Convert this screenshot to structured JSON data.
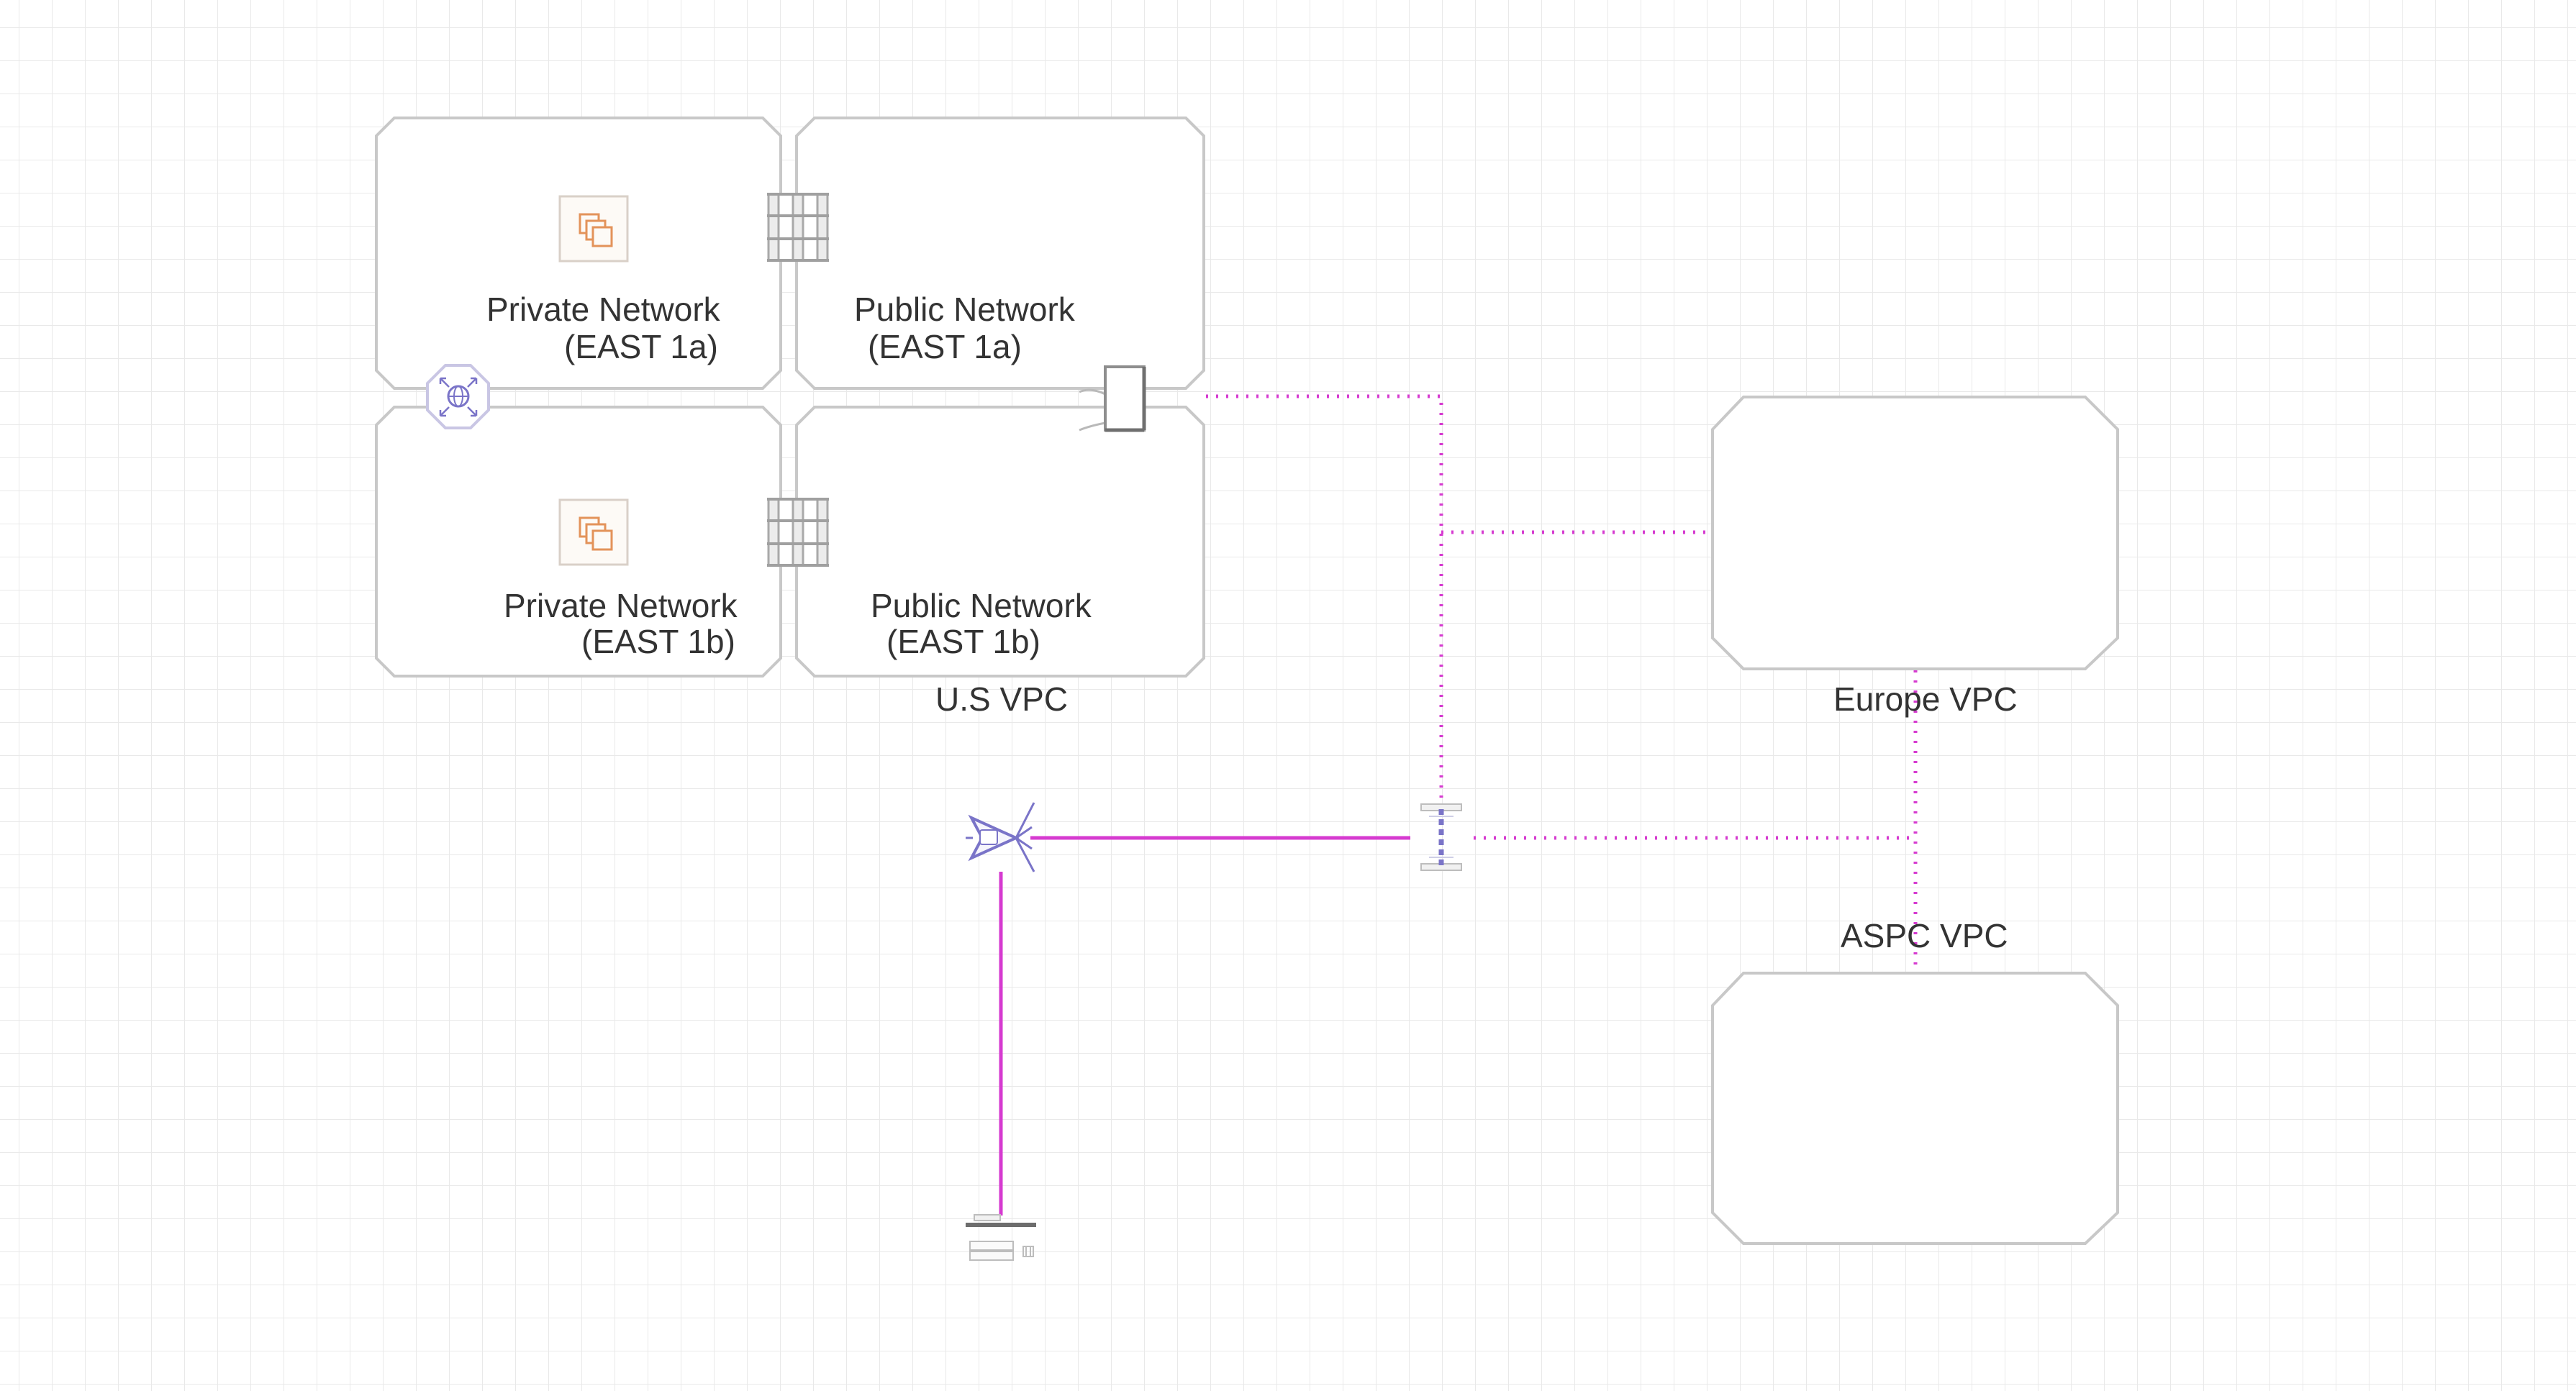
{
  "colors": {
    "canvas": "#ffffff",
    "grid": "#e9e9e9",
    "container_border": "#c8c8c8",
    "label": "#333333",
    "connection": "#d63ad0",
    "instance_icon": "#e3935a",
    "network_icon": "#7a74c8"
  },
  "containers": [
    {
      "id": "private-east-1a",
      "line1": "Private Network",
      "line2": "(EAST 1a)"
    },
    {
      "id": "public-east-1a",
      "line1": "Public Network",
      "line2": "(EAST 1a)"
    },
    {
      "id": "private-east-1b",
      "line1": "Private Network",
      "line2": "(EAST 1b)"
    },
    {
      "id": "public-east-1b",
      "line1": "Public Network",
      "line2": "(EAST 1b)"
    }
  ],
  "vpcs": {
    "us": "U.S VPC",
    "europe": "Europe VPC",
    "aspc": "ASPC VPC"
  },
  "icons": {
    "instance_1a": "instance-stack-icon",
    "instance_1b": "instance-stack-icon",
    "nat_gateway": "nat-gateway-icon",
    "internet_gateway": "internet-gateway-icon",
    "vpn_connector": "vpn-connector-icon",
    "customer_gateway": "customer-gateway-icon",
    "on_premise_server": "on-premise-server-icon"
  },
  "connections": [
    {
      "from": "internet-gateway",
      "to": "transit-bus",
      "style": "dotted"
    },
    {
      "from": "transit-bus",
      "to": "europe-vpc",
      "style": "dotted"
    },
    {
      "from": "vpn-connector",
      "to": "europe-vpc",
      "style": "dotted"
    },
    {
      "from": "europe-vpc",
      "to": "aspc-vpc",
      "style": "dotted"
    },
    {
      "from": "customer-gateway",
      "to": "vpn-connector",
      "style": "solid"
    },
    {
      "from": "customer-gateway",
      "to": "on-premise-server",
      "style": "solid"
    }
  ]
}
